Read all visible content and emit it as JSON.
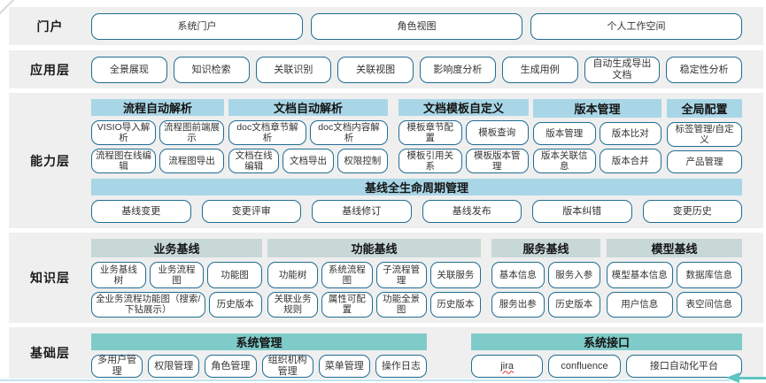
{
  "colors": {
    "band_background": "#efefef",
    "button_border": "#206d92",
    "capability_header": "#a9d6e6",
    "knowledge_header": "#c8d8d6",
    "base_header": "#7fcbc9",
    "accent_arrow": "#5ec5c1",
    "bottom_line": "#c2e2ef",
    "jira_underline": "#e03131"
  },
  "layers": {
    "portal": {
      "label": "门户",
      "items": [
        "系统门户",
        "角色视图",
        "个人工作空间"
      ]
    },
    "app": {
      "label": "应用层",
      "items": [
        "全景展现",
        "知识检索",
        "关联识别",
        "关联视图",
        "影响度分析",
        "生成用例",
        "自动生成导出文档",
        "稳定性分析"
      ]
    },
    "capability": {
      "label": "能力层",
      "groups": [
        {
          "header": "流程自动解析",
          "rows": [
            [
              "VISIO导入解析",
              "流程图前端展示"
            ],
            [
              "流程图在线编辑",
              "流程图导出"
            ]
          ]
        },
        {
          "header": "文档自动解析",
          "rows": [
            [
              "doc文档章节解析",
              "doc文档内容解析"
            ],
            [
              "文档在线编辑",
              "文档导出",
              "权限控制"
            ]
          ]
        },
        {
          "header": "文档模板自定义",
          "rows": [
            [
              "模板章节配置",
              "模板查询"
            ],
            [
              "模板引用关系",
              "模板版本管理"
            ]
          ]
        },
        {
          "header": "版本管理",
          "rows": [
            [
              "版本管理",
              "版本比对"
            ],
            [
              "版本关联信息",
              "版本合并"
            ]
          ]
        },
        {
          "header": "全局配置",
          "rows": [
            [
              "标签管理/自定义"
            ],
            [
              "产品管理"
            ]
          ]
        }
      ],
      "baseline": {
        "header": "基线全生命周期管理",
        "items": [
          "基线变更",
          "变更评审",
          "基线修订",
          "基线发布",
          "版本纠错",
          "变更历史"
        ]
      }
    },
    "knowledge": {
      "label": "知识层",
      "groups": [
        {
          "header": "业务基线",
          "rows": [
            [
              "业务基线树",
              "业务流程图",
              "功能图"
            ],
            [
              "全业务流程功能图（搜索/下钻展示）",
              "历史版本"
            ]
          ]
        },
        {
          "header": "功能基线",
          "rows": [
            [
              "功能树",
              "系统流程图",
              "子流程管理",
              "关联服务"
            ],
            [
              "关联业务规则",
              "属性可配置",
              "功能全景图",
              "历史版本"
            ]
          ]
        },
        {
          "header": "服务基线",
          "rows": [
            [
              "基本信息",
              "服务入参"
            ],
            [
              "服务出参",
              "历史版本"
            ]
          ]
        },
        {
          "header": "模型基线",
          "rows": [
            [
              "模型基本信息",
              "数据库信息"
            ],
            [
              "用户信息",
              "表空间信息"
            ]
          ]
        }
      ]
    },
    "base": {
      "label": "基础层",
      "groups": [
        {
          "header": "系统管理",
          "items": [
            "多用户管理",
            "权限管理",
            "角色管理",
            "组织机构管理",
            "菜单管理",
            "操作日志"
          ]
        },
        {
          "header": "系统接口",
          "items": [
            "jira",
            "confluence",
            "接口自动化平台"
          ]
        }
      ]
    }
  }
}
